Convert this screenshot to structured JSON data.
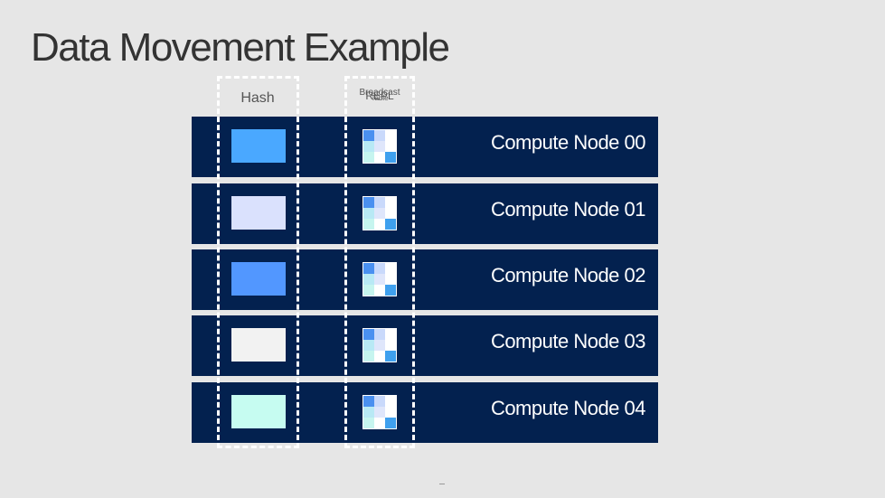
{
  "title": "Data Movement Example",
  "columns": {
    "hash_label": "Hash",
    "broadcast_label_lines": [
      "Broadcast",
      "REPL",
      "Table"
    ]
  },
  "nodes": [
    {
      "label": "Compute Node 00",
      "hash_color": "#4aa8ff"
    },
    {
      "label": "Compute Node 01",
      "hash_color": "#dae1fd"
    },
    {
      "label": "Compute Node 02",
      "hash_color": "#5297ff"
    },
    {
      "label": "Compute Node 03",
      "hash_color": "#f2f2f2"
    },
    {
      "label": "Compute Node 04",
      "hash_color": "#c6fcf1"
    }
  ],
  "colors": {
    "background": "#e6e6e6",
    "node_row": "#03214f",
    "title_text": "#333333",
    "frame": "#ffffff"
  },
  "icons": {
    "replicated_tile": "table-tile-icon",
    "tile_colors": [
      "#4a90f0",
      "#c9d9fb",
      "#b8e9f5",
      "#dfe6fb",
      "#3fa0ee",
      "#c6f5ef"
    ]
  }
}
